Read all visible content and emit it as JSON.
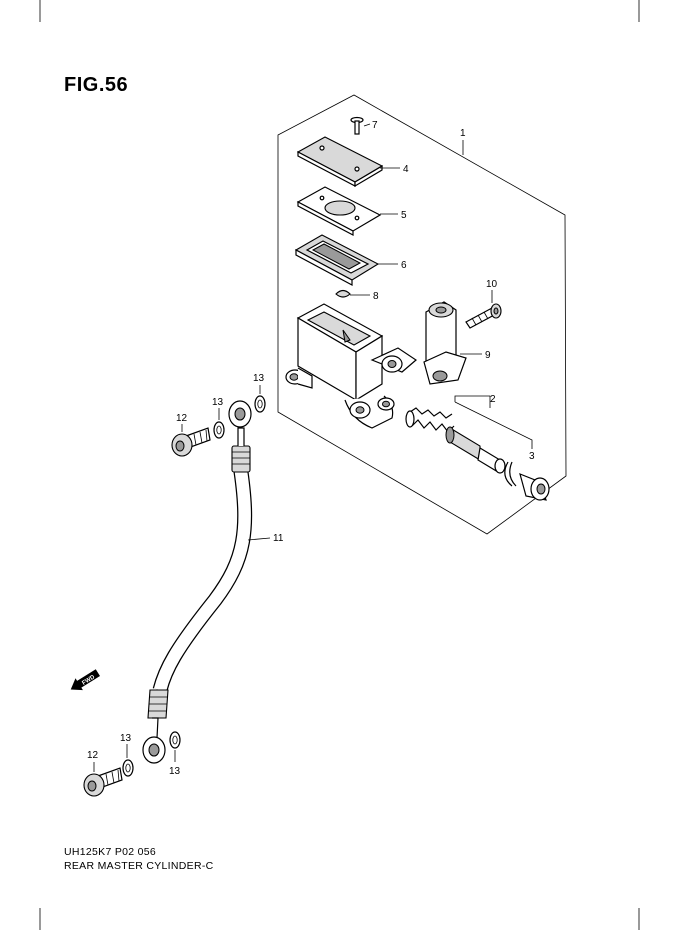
{
  "figure": {
    "title": "FIG.56"
  },
  "footer": {
    "code": "UH125K7 P02 056",
    "caption": "REAR MASTER CYLINDER-C"
  },
  "direction_badge": "FWD",
  "callouts": [
    {
      "id": "c1",
      "label": "1"
    },
    {
      "id": "c2",
      "label": "2"
    },
    {
      "id": "c3",
      "label": "3"
    },
    {
      "id": "c4",
      "label": "4"
    },
    {
      "id": "c5",
      "label": "5"
    },
    {
      "id": "c6",
      "label": "6"
    },
    {
      "id": "c7",
      "label": "7"
    },
    {
      "id": "c8",
      "label": "8"
    },
    {
      "id": "c9",
      "label": "9"
    },
    {
      "id": "c10",
      "label": "10"
    },
    {
      "id": "c11",
      "label": "11"
    },
    {
      "id": "c12a",
      "label": "12"
    },
    {
      "id": "c12b",
      "label": "12"
    },
    {
      "id": "c13a",
      "label": "13"
    },
    {
      "id": "c13b",
      "label": "13"
    },
    {
      "id": "c13c",
      "label": "13"
    },
    {
      "id": "c13d",
      "label": "13"
    }
  ]
}
